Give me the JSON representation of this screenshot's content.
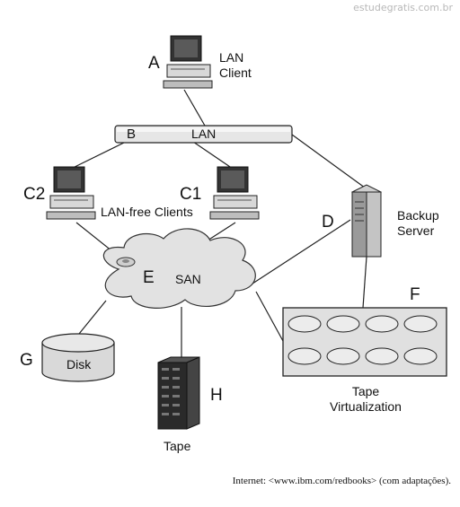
{
  "watermark": "estudegratis.com.br",
  "lan_client": {
    "letter": "A",
    "label_line1": "LAN",
    "label_line2": "Client"
  },
  "lan": {
    "letter": "B",
    "label": "LAN"
  },
  "client_c1": {
    "letter": "C1"
  },
  "client_c2": {
    "letter": "C2"
  },
  "lan_free_clients": {
    "label": "LAN-free Clients"
  },
  "backup_server": {
    "letter": "D",
    "label_line1": "Backup",
    "label_line2": "Server"
  },
  "san": {
    "letter": "E",
    "label": "SAN"
  },
  "tape_virtualization": {
    "letter": "F",
    "label_line1": "Tape",
    "label_line2": "Virtualization"
  },
  "disk": {
    "letter": "G",
    "label": "Disk"
  },
  "tape": {
    "letter": "H",
    "label": "Tape"
  },
  "source": "Internet: <www.ibm.com/redbooks> (com adaptações)."
}
